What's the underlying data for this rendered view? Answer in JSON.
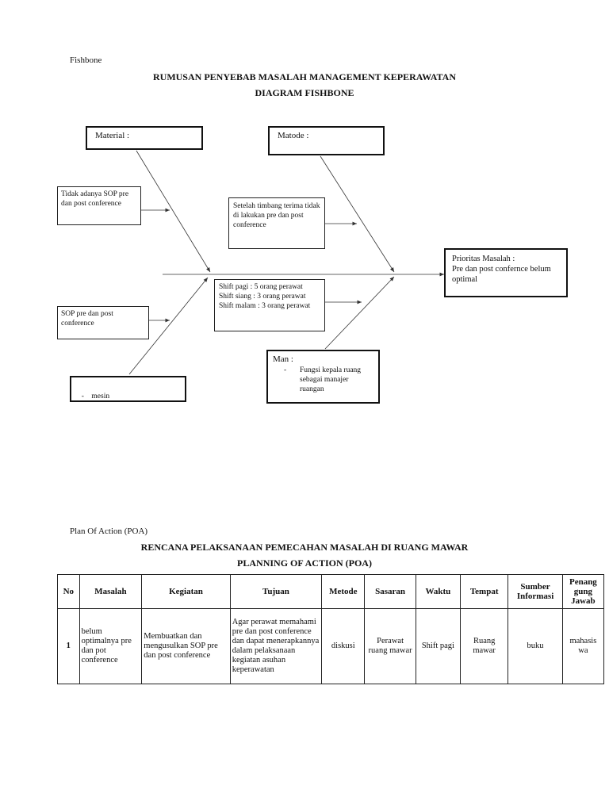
{
  "header": {
    "label": "Fishbone",
    "title1": "RUMUSAN PENYEBAB MASALAH MANAGEMENT KEPERAWATAN",
    "title2": "DIAGRAM FISHBONE"
  },
  "fishbone": {
    "material": "Material :",
    "metode": "Matode :",
    "cause_sop_absent": "Tidak adanya SOP pre dan post conference",
    "cause_sop": "SOP pre dan post conference",
    "mesin": "-    mesin",
    "cause_metode": "Setelah timbang terima tidak di lakukan pre dan post conference",
    "shift_lines": [
      "Shift pagi : 5 orang perawat",
      "Shift siang : 3 orang perawat",
      "Shift malam : 3 orang perawat"
    ],
    "man_label": "Man :",
    "man_item": "Fungsi kepala ruang sebagai manajer ruangan",
    "priority_label": "Prioritas Masalah :",
    "priority_text": "Pre dan post confernce belum optimal"
  },
  "poa": {
    "label": "Plan Of Action (POA)",
    "title1": "RENCANA PELAKSANAAN PEMECAHAN MASALAH DI RUANG MAWAR",
    "title2": "PLANNING OF ACTION (POA)",
    "headers": [
      "No",
      "Masalah",
      "Kegiatan",
      "Tujuan",
      "Metode",
      "Sasaran",
      "Waktu",
      "Tempat",
      "Sumber Informasi",
      "Penang gung Jawab"
    ],
    "row": [
      "1",
      "belum optimalnya pre dan pot conference",
      "Membuatkan dan mengusulkan SOP pre dan post conference",
      "Agar perawat memahami pre dan post conference dan dapat menerapkannya dalam pelaksanaan kegiatan asuhan keperawatan",
      "diskusi",
      "Perawat ruang mawar",
      "Shift pagi",
      "Ruang mawar",
      "buku",
      "mahasis wa"
    ]
  }
}
